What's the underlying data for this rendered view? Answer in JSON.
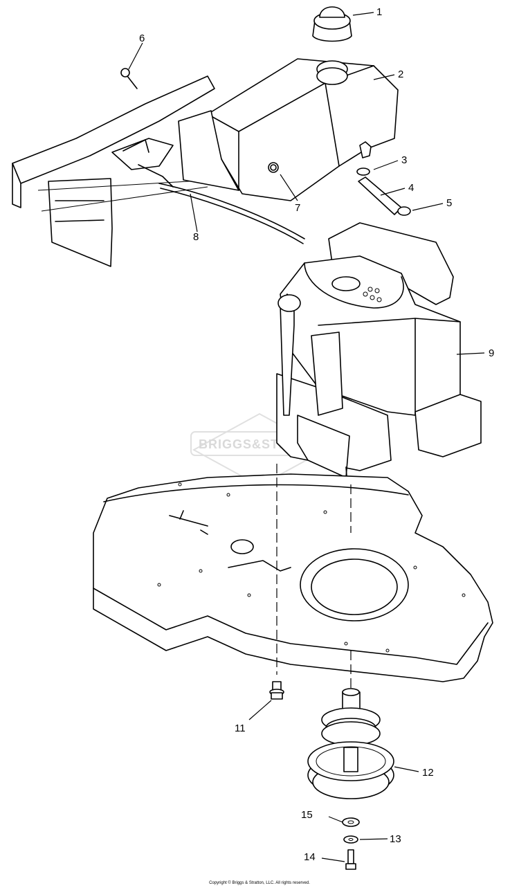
{
  "callouts": [
    {
      "id": "1",
      "label": "1"
    },
    {
      "id": "2",
      "label": "2"
    },
    {
      "id": "3",
      "label": "3"
    },
    {
      "id": "4",
      "label": "4"
    },
    {
      "id": "5",
      "label": "5"
    },
    {
      "id": "6",
      "label": "6"
    },
    {
      "id": "7",
      "label": "7"
    },
    {
      "id": "8",
      "label": "8"
    },
    {
      "id": "9",
      "label": "9"
    },
    {
      "id": "11",
      "label": "11"
    },
    {
      "id": "12",
      "label": "12"
    },
    {
      "id": "13",
      "label": "13"
    },
    {
      "id": "14",
      "label": "14"
    },
    {
      "id": "15",
      "label": "15"
    }
  ],
  "watermark": "BRIGGS&STRATTON",
  "copyright": "Copyright © Briggs & Stratton, LLC. All rights reserved."
}
